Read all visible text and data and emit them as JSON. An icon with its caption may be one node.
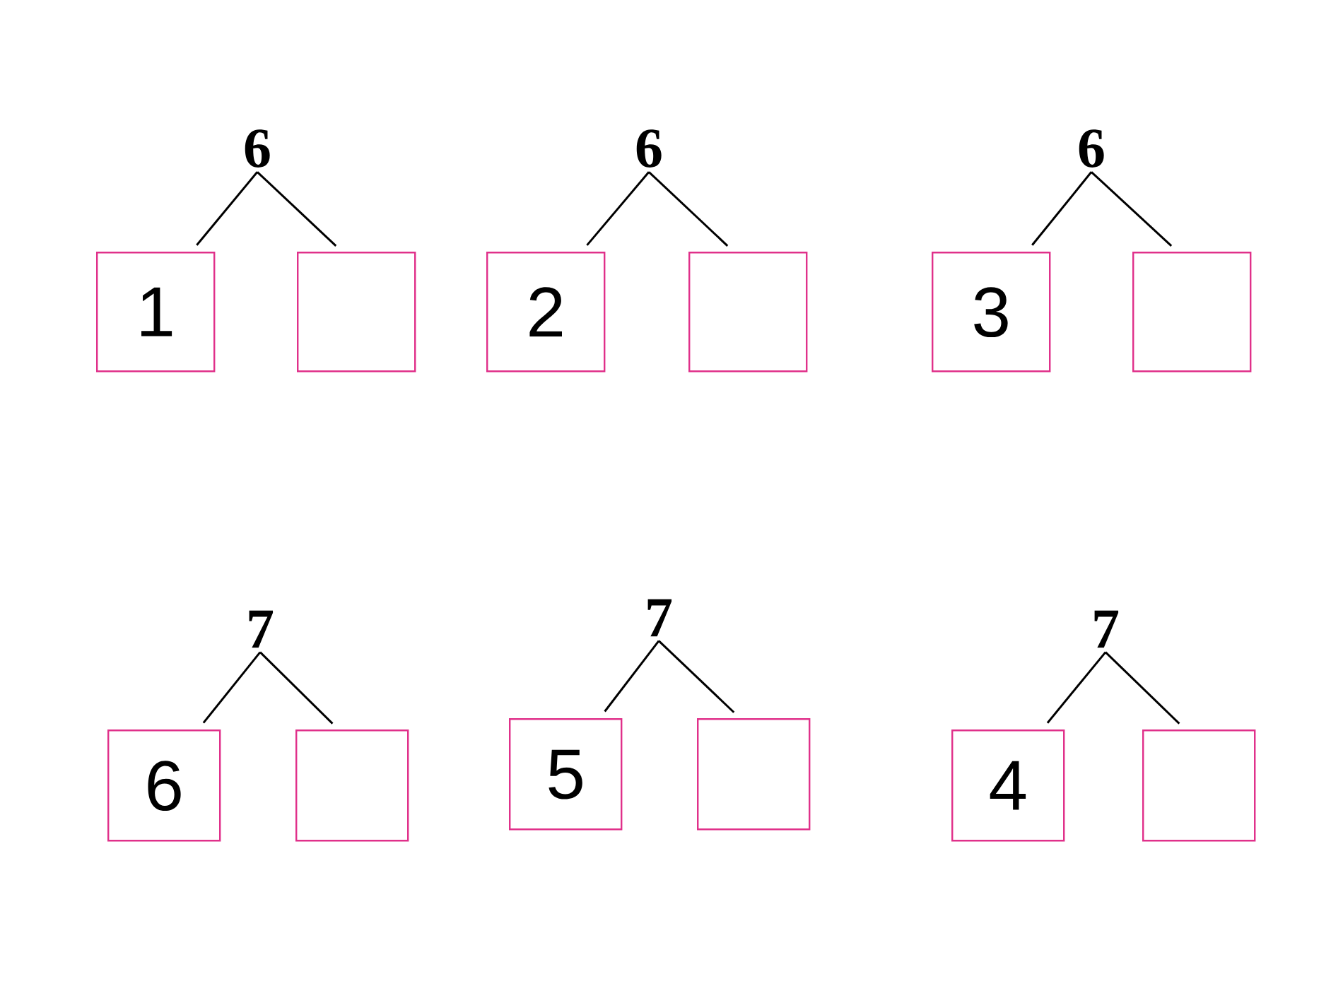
{
  "diagram": {
    "nodes": [
      {
        "text": [
          "6"
        ]
      },
      {
        "text": [
          "1"
        ]
      },
      {
        "text": [],
        "shape": "box"
      },
      {
        "text": [
          "6"
        ]
      },
      {
        "text": [
          "2"
        ]
      },
      {
        "text": [],
        "shape": "box"
      },
      {
        "text": [
          "6"
        ]
      },
      {
        "text": [
          "3"
        ]
      },
      {
        "text": [],
        "shape": "box"
      },
      {
        "text": [
          "7"
        ]
      },
      {
        "text": [
          "6"
        ]
      },
      {
        "text": [],
        "shape": "box"
      },
      {
        "text": [
          "7"
        ]
      },
      {
        "text": [
          "5"
        ]
      },
      {
        "text": [],
        "shape": "box"
      },
      {
        "text": [
          "7"
        ]
      },
      {
        "text": [
          "4"
        ]
      },
      {
        "text": [],
        "shape": "box"
      }
    ],
    "edges": [
      {
        "from": 0,
        "to": 1,
        "arrow": "none"
      },
      {
        "from": 0,
        "to": 2,
        "arrow": "none"
      },
      {
        "from": 3,
        "to": 4,
        "arrow": "none"
      },
      {
        "from": 3,
        "to": 5,
        "arrow": "none"
      },
      {
        "from": 6,
        "to": 7,
        "arrow": "none"
      },
      {
        "from": 6,
        "to": 8,
        "arrow": "none"
      },
      {
        "from": 9,
        "to": 10,
        "arrow": "none"
      },
      {
        "from": 9,
        "to": 11,
        "arrow": "none"
      },
      {
        "from": 12,
        "to": 13,
        "arrow": "none"
      },
      {
        "from": 12,
        "to": 14,
        "arrow": "none"
      },
      {
        "from": 15,
        "to": 16,
        "arrow": "none"
      },
      {
        "from": 15,
        "to": 17,
        "arrow": "none"
      }
    ]
  }
}
